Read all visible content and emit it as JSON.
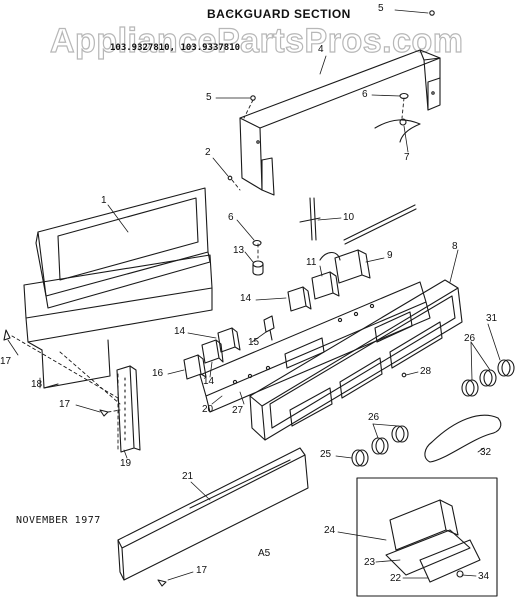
{
  "watermark": "AppliancePartsPros.com",
  "header": {
    "title": "BACKGUARD SECTION",
    "models": "103.9327810, 103.9337810"
  },
  "footer": {
    "date": "NOVEMBER 1977",
    "sheet": "A5"
  },
  "callouts": {
    "c1": "1",
    "c2": "2",
    "c4": "4",
    "c5a": "5",
    "c5b": "5",
    "c6a": "6",
    "c6b": "6",
    "c7": "7",
    "c8": "8",
    "c9": "9",
    "c10": "10",
    "c11": "11",
    "c13": "13",
    "c14a": "14",
    "c14b": "14",
    "c14c": "14",
    "c15": "15",
    "c16": "16",
    "c17a": "17",
    "c17b": "17",
    "c17c": "17",
    "c18": "18",
    "c19": "19",
    "c20": "20",
    "c21": "21",
    "c22": "22",
    "c23": "23",
    "c24": "24",
    "c25": "25",
    "c26a": "26",
    "c26b": "26",
    "c27": "27",
    "c28": "28",
    "c31": "31",
    "c32": "32",
    "c34": "34"
  },
  "colors": {
    "ink": "#1a1a1a",
    "paper": "#ffffff",
    "watermark": "#b7b7b7"
  }
}
